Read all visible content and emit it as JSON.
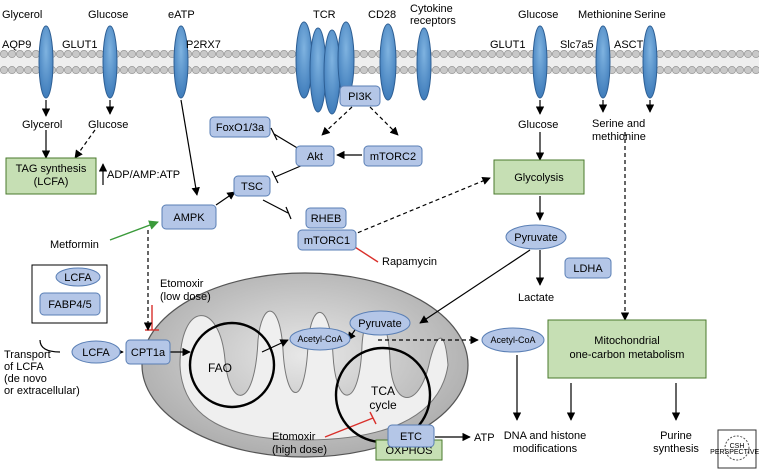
{
  "membrane": {
    "top_labels": {
      "glycerol": "Glycerol",
      "glucose": "Glucose",
      "eatp": "eATP",
      "tcr": "TCR",
      "cd28": "CD28",
      "cytokine": "Cytokine\nreceptors",
      "glucose_right": "Glucose",
      "methionine": "Methionine",
      "serine": "Serine"
    },
    "transporters": {
      "aqp9": "AQP9",
      "glut1": "GLUT1",
      "p2rx7": "P2RX7",
      "glut1_right": "GLUT1",
      "slc7a5": "Slc7a5",
      "asct": "ASCT"
    }
  },
  "nodes": {
    "pi3k": "PI3K",
    "foxo": "FoxO1/3a",
    "akt": "Akt",
    "mtorc2": "mTORC2",
    "tsc": "TSC",
    "ampk": "AMPK",
    "rheb": "RHEB",
    "mtorc1": "mTORC1",
    "lcfa_box": "LCFA",
    "fabp": "FABP4/5",
    "lcfa": "LCFA",
    "cpt1a": "CPT1a",
    "etc": "ETC",
    "ldha": "LDHA",
    "pyruvate": "Pyruvate",
    "pyruvate_mito": "Pyruvate",
    "acetyl_mito": "Acetyl-CoA",
    "acetyl_cyto": "Acetyl-CoA"
  },
  "boxes": {
    "tag": "TAG synthesis\n(LCFA)",
    "glycolysis": "Glycolysis",
    "one_carbon": "Mitochondrial\none-carbon metabolism",
    "oxphos": "OXPHOS"
  },
  "labels": {
    "glycerol_in": "Glycerol",
    "glucose_in": "Glucose",
    "glucose_in_right": "Glucose",
    "adp_ratio": "ADP/AMP:ATP",
    "metformin": "Metformin",
    "rapamycin": "Rapamycin",
    "serine_meth": "Serine and\nmethionine",
    "lactate": "Lactate",
    "etomoxir_low": "Etomoxir\n(low dose)",
    "etomoxir_high": "Etomoxir\n(high dose)",
    "transport": "Transport\nof LCFA\n(de novo\nor extracellular)",
    "fao": "FAO",
    "tca": "TCA\ncycle",
    "atp": "ATP",
    "dna": "DNA and histone\nmodifications",
    "purine": "Purine\nsynthesis",
    "logo": "CSH\nPERSPECTIVES"
  },
  "colors": {
    "node_fill": "#b4c6e7",
    "node_stroke": "#5a7fb5",
    "green_box": "#c6dfb4",
    "green_stroke": "#4a7a2c",
    "membrane_head": "#c8c8c8",
    "receptor_fill": "#5b9bd5",
    "mito_fill": "#bcbcbc",
    "inhibit_red": "#d9302b",
    "activate_green": "#3a9a3a"
  }
}
